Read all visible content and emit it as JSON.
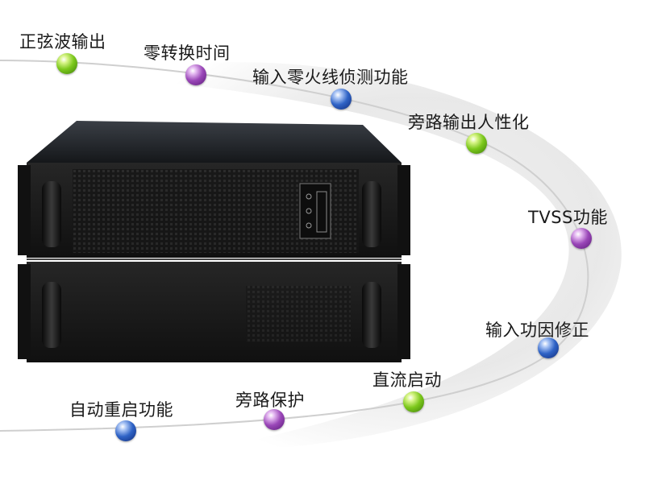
{
  "features": [
    {
      "id": "pure-sine-output",
      "label": "正弦波输出",
      "dot": "green"
    },
    {
      "id": "zero-transfer-time",
      "label": "零转换时间",
      "dot": "purple"
    },
    {
      "id": "input-wiring-detect",
      "label": "输入零火线侦测功能",
      "dot": "blue"
    },
    {
      "id": "bypass-output",
      "label": "旁路输出人性化",
      "dot": "green"
    },
    {
      "id": "tvss",
      "label": "TVSS功能",
      "dot": "purple"
    },
    {
      "id": "pfc",
      "label": "输入功因修正",
      "dot": "blue"
    },
    {
      "id": "dc-start",
      "label": "直流启动",
      "dot": "green"
    },
    {
      "id": "bypass-protect",
      "label": "旁路保护",
      "dot": "purple"
    },
    {
      "id": "auto-restart",
      "label": "自动重启功能",
      "dot": "blue"
    }
  ],
  "colors": {
    "green": "#6fbf1a",
    "purple": "#8e3fb0",
    "blue": "#2a5bc0",
    "curve": "#c8c8c8",
    "device": "#1b1b1b"
  }
}
